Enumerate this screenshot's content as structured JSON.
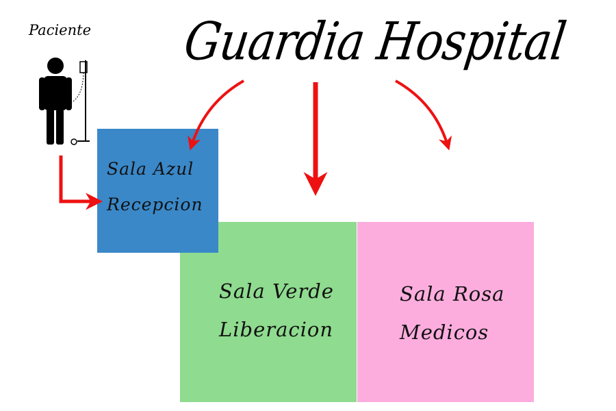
{
  "title": "Guardia Hospital",
  "patient": {
    "label": "Paciente",
    "icon": "patient-with-iv-icon"
  },
  "rooms": [
    {
      "id": "azul",
      "line1": "Sala Azul",
      "line2": "Recepcion",
      "color": "#3a88c8"
    },
    {
      "id": "verde",
      "line1": "Sala Verde",
      "line2": "Liberacion",
      "color": "#8fdb8f"
    },
    {
      "id": "rosa",
      "line1": "Sala Rosa",
      "line2": "Medicos",
      "color": "#fcadde"
    }
  ],
  "arrow_color": "#ee1111"
}
